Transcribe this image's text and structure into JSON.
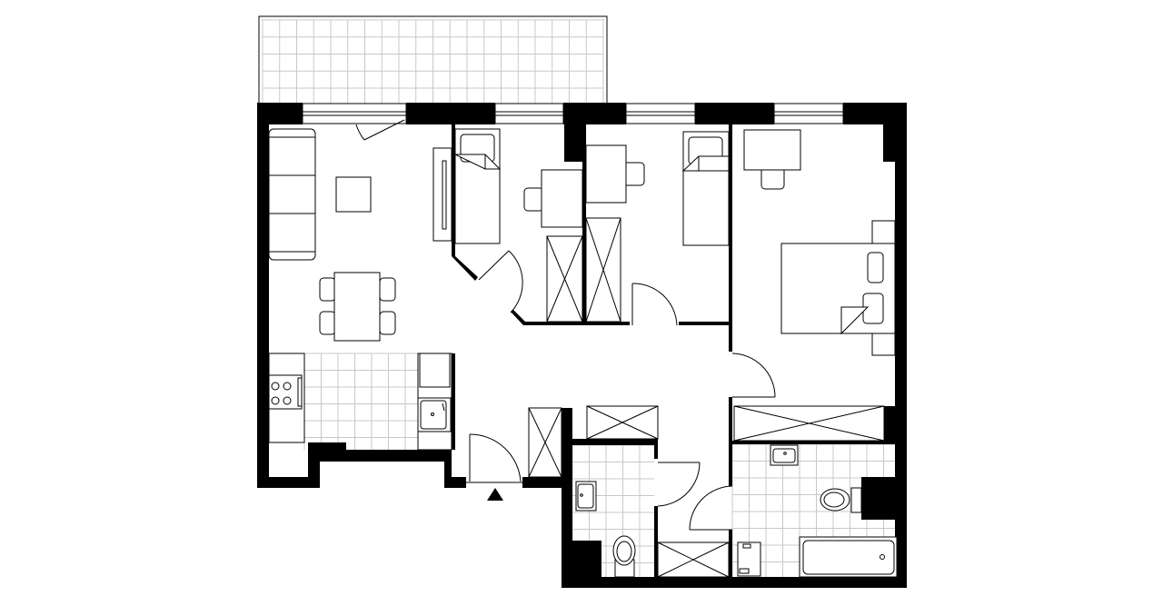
{
  "plan": {
    "colors": {
      "wall": "#000000",
      "line": "#000000",
      "tile_grid": "#c8c8c8",
      "background": "#ffffff"
    },
    "rooms": [
      "balcony",
      "living-room",
      "kitchen",
      "bedroom-small-1",
      "bedroom-small-2",
      "master-bedroom",
      "hallway",
      "wc",
      "bathroom"
    ],
    "entrance_marker": "triangle-up-icon"
  }
}
